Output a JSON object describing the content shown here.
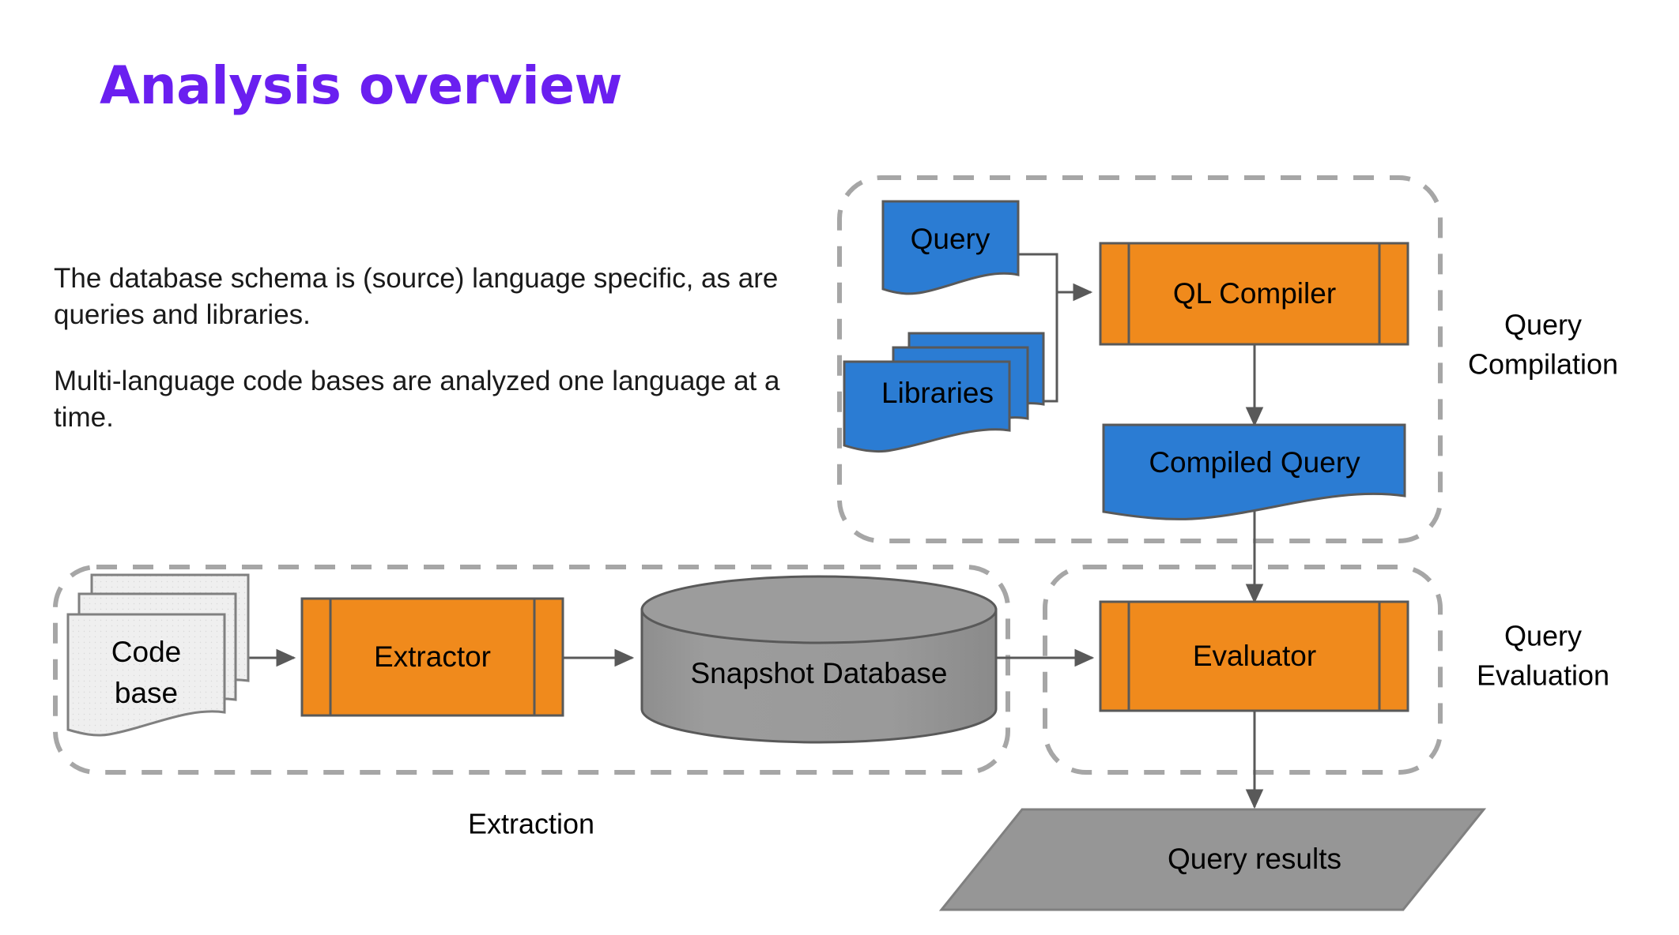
{
  "slide": {
    "title": "Analysis overview",
    "title_color": "#6A1FF0",
    "background": "#FFFFFF"
  },
  "body": {
    "paragraph_1": "The database schema is (source) language specific, as are queries and libraries.",
    "paragraph_2": "Multi-language code bases are analyzed one language at a time."
  },
  "palette": {
    "blue": "#2B7CD3",
    "orange": "#F08A1C",
    "gray": "#969696",
    "light_gray": "#EFEFEF",
    "dashed_border": "#A6A6A6",
    "connector": "#595959",
    "shape_outline": "#595959"
  },
  "groups": [
    {
      "id": "query-compilation",
      "label": "Query\nCompilation",
      "label_line1": "Query",
      "label_line2": "Compilation"
    },
    {
      "id": "extraction",
      "label": "Extraction",
      "label_line1": "Extraction",
      "label_line2": ""
    },
    {
      "id": "query-evaluation",
      "label": "Query\nEvaluation",
      "label_line1": "Query",
      "label_line2": "Evaluation"
    }
  ],
  "nodes": {
    "query": {
      "label": "Query",
      "shape": "document",
      "fill": "#2B7CD3"
    },
    "libraries": {
      "label": "Libraries",
      "shape": "stacked-document",
      "fill": "#2B7CD3"
    },
    "ql_compiler": {
      "label": "QL Compiler",
      "shape": "predefined-process",
      "fill": "#F08A1C"
    },
    "compiled_query": {
      "label": "Compiled Query",
      "shape": "document",
      "fill": "#2B7CD3"
    },
    "code_base": {
      "label_line1": "Code",
      "label_line2": "base",
      "shape": "stacked-document",
      "fill": "#EFEFEF"
    },
    "extractor": {
      "label": "Extractor",
      "shape": "predefined-process",
      "fill": "#F08A1C"
    },
    "snapshot_database": {
      "label": "Snapshot Database",
      "shape": "cylinder",
      "fill": "#969696"
    },
    "evaluator": {
      "label": "Evaluator",
      "shape": "predefined-process",
      "fill": "#F08A1C"
    },
    "query_results": {
      "label": "Query results",
      "shape": "parallelogram",
      "fill": "#969696"
    }
  },
  "edges": [
    {
      "from": "query",
      "to": "ql_compiler"
    },
    {
      "from": "libraries",
      "to": "ql_compiler"
    },
    {
      "from": "ql_compiler",
      "to": "compiled_query"
    },
    {
      "from": "compiled_query",
      "to": "evaluator"
    },
    {
      "from": "code_base",
      "to": "extractor"
    },
    {
      "from": "extractor",
      "to": "snapshot_database"
    },
    {
      "from": "snapshot_database",
      "to": "evaluator"
    },
    {
      "from": "evaluator",
      "to": "query_results"
    }
  ]
}
